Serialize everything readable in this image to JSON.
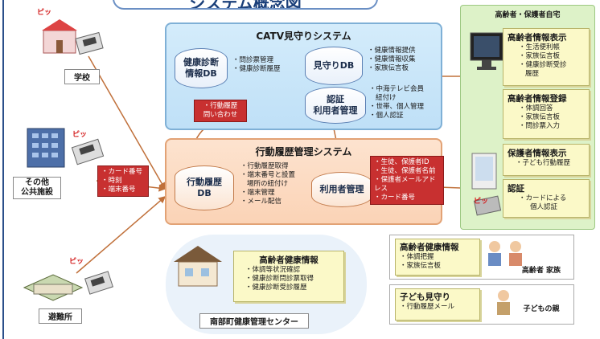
{
  "header": {
    "title": "システム概念図"
  },
  "left_sites": [
    {
      "label": "学校",
      "beep": "ピッ"
    },
    {
      "label_line1": "その他",
      "label_line2": "公共施設",
      "beep": "ピッ"
    },
    {
      "label": "避難所",
      "beep": "ピッ"
    }
  ],
  "card_info": {
    "lines": [
      "・カード番号",
      "・時刻",
      "・端末番号"
    ]
  },
  "catv_system": {
    "title": "CATV見守りシステム",
    "health_db": {
      "line1": "健康診断",
      "line2": "情報DB",
      "items": [
        "・問診票管理",
        "・健康診断履歴"
      ]
    },
    "watch_db": {
      "label": "見守りDB",
      "items": [
        "・健康情報提供",
        "・健康情報収集",
        "・家族伝言板"
      ]
    },
    "auth": {
      "line1": "認証",
      "line2": "利用者管理",
      "items": [
        "・中海テレビ会員",
        "紐付け",
        "・世帯、個人管理",
        "・個人認証"
      ]
    },
    "inquiry": {
      "line1": "・行動履歴",
      "line2": "問い合わせ"
    }
  },
  "history_system": {
    "title": "行動履歴管理システム",
    "db": {
      "line1": "行動履歴",
      "line2": "DB"
    },
    "items": [
      "・行動履歴取得",
      "・端末番号と設置",
      "場所の紐付け",
      "・端末管理",
      "・メール配信"
    ],
    "user_mgmt": "利用者管理",
    "link_info": [
      "・生徒、保護者ID",
      "・生徒、保護者名前",
      "・保護者メールアドレス",
      "・カード番号"
    ]
  },
  "home": {
    "title": "高齢者・保護者自宅",
    "elder_display": {
      "title": "高齢者情報表示",
      "items": [
        "・生活便利帳",
        "・家族伝言板",
        "・健康診断受診",
        "履歴"
      ]
    },
    "elder_register": {
      "title": "高齢者情報登録",
      "items": [
        "・体調回答",
        "・家族伝言板",
        "・問診票入力"
      ]
    },
    "guardian_display": {
      "title": "保護者情報表示",
      "items": [
        "・子ども行動履歴"
      ]
    },
    "auth": {
      "title": "認証",
      "items": [
        "・カードによる",
        "個人認証"
      ]
    },
    "beep": "ピッ"
  },
  "center": {
    "title": "高齢者健康情報",
    "items": [
      "・体調等状況確認",
      "・健康診断問診票取得",
      "・健康診断受診履歴"
    ],
    "label": "南部町健康管理センター"
  },
  "elder_health": {
    "title": "高齢者健康情報",
    "items": [
      "・体調把握",
      "・家族伝言板"
    ],
    "caption": "高齢者 家族"
  },
  "child_watch": {
    "title": "子ども見守り",
    "items": [
      "・行動履歴メール"
    ],
    "caption": "子どもの親"
  }
}
